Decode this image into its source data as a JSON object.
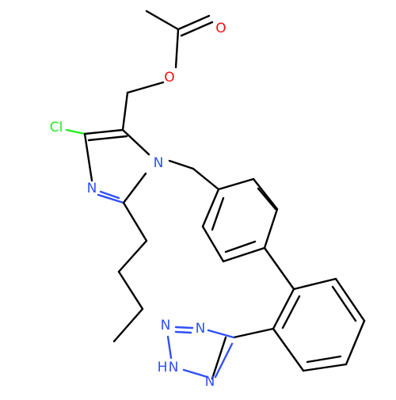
{
  "molecule": {
    "atom_labels": {
      "carbonyl_oxygen": "O",
      "ester_oxygen": "O",
      "chlorine": "Cl",
      "imidazole_n1": "N",
      "imidazole_n3": "N",
      "tetrazole_n1": "N",
      "tetrazole_n2": "N",
      "tetrazole_n3": "N",
      "tetrazole_nh": "N",
      "tetrazole_h": "H"
    },
    "colors": {
      "carbon_bond": "#000000",
      "nitrogen": "#3050F8",
      "oxygen": "#FF0D0D",
      "chlorine": "#1FF01F"
    }
  }
}
